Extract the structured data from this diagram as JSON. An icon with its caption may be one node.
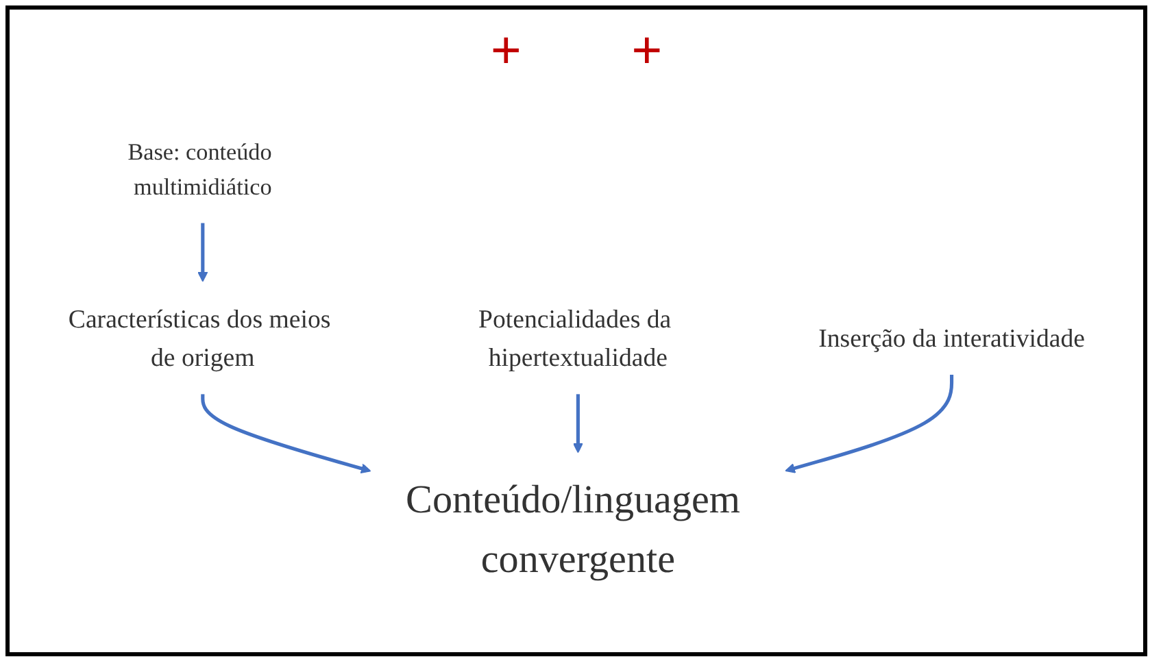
{
  "diagram": {
    "nodes": [
      {
        "text": [
          "Base: conteúdo multimidiático"
        ]
      },
      {
        "text": [
          "Características dos meios de origem"
        ]
      },
      {
        "text": [
          "Potencialidades da hipertextualidade"
        ]
      },
      {
        "text": [
          "Inserção da interatividade"
        ]
      },
      {
        "text": [
          "Conteúdo/linguagem convergente"
        ]
      }
    ],
    "edges": [
      {
        "from": 0,
        "to": 1,
        "arrow": "to"
      },
      {
        "from": 1,
        "to": 4,
        "arrow": "to"
      },
      {
        "from": 2,
        "to": 4,
        "arrow": "to"
      },
      {
        "from": 3,
        "to": 4,
        "arrow": "to"
      }
    ],
    "labels": [
      "+",
      "+"
    ]
  }
}
